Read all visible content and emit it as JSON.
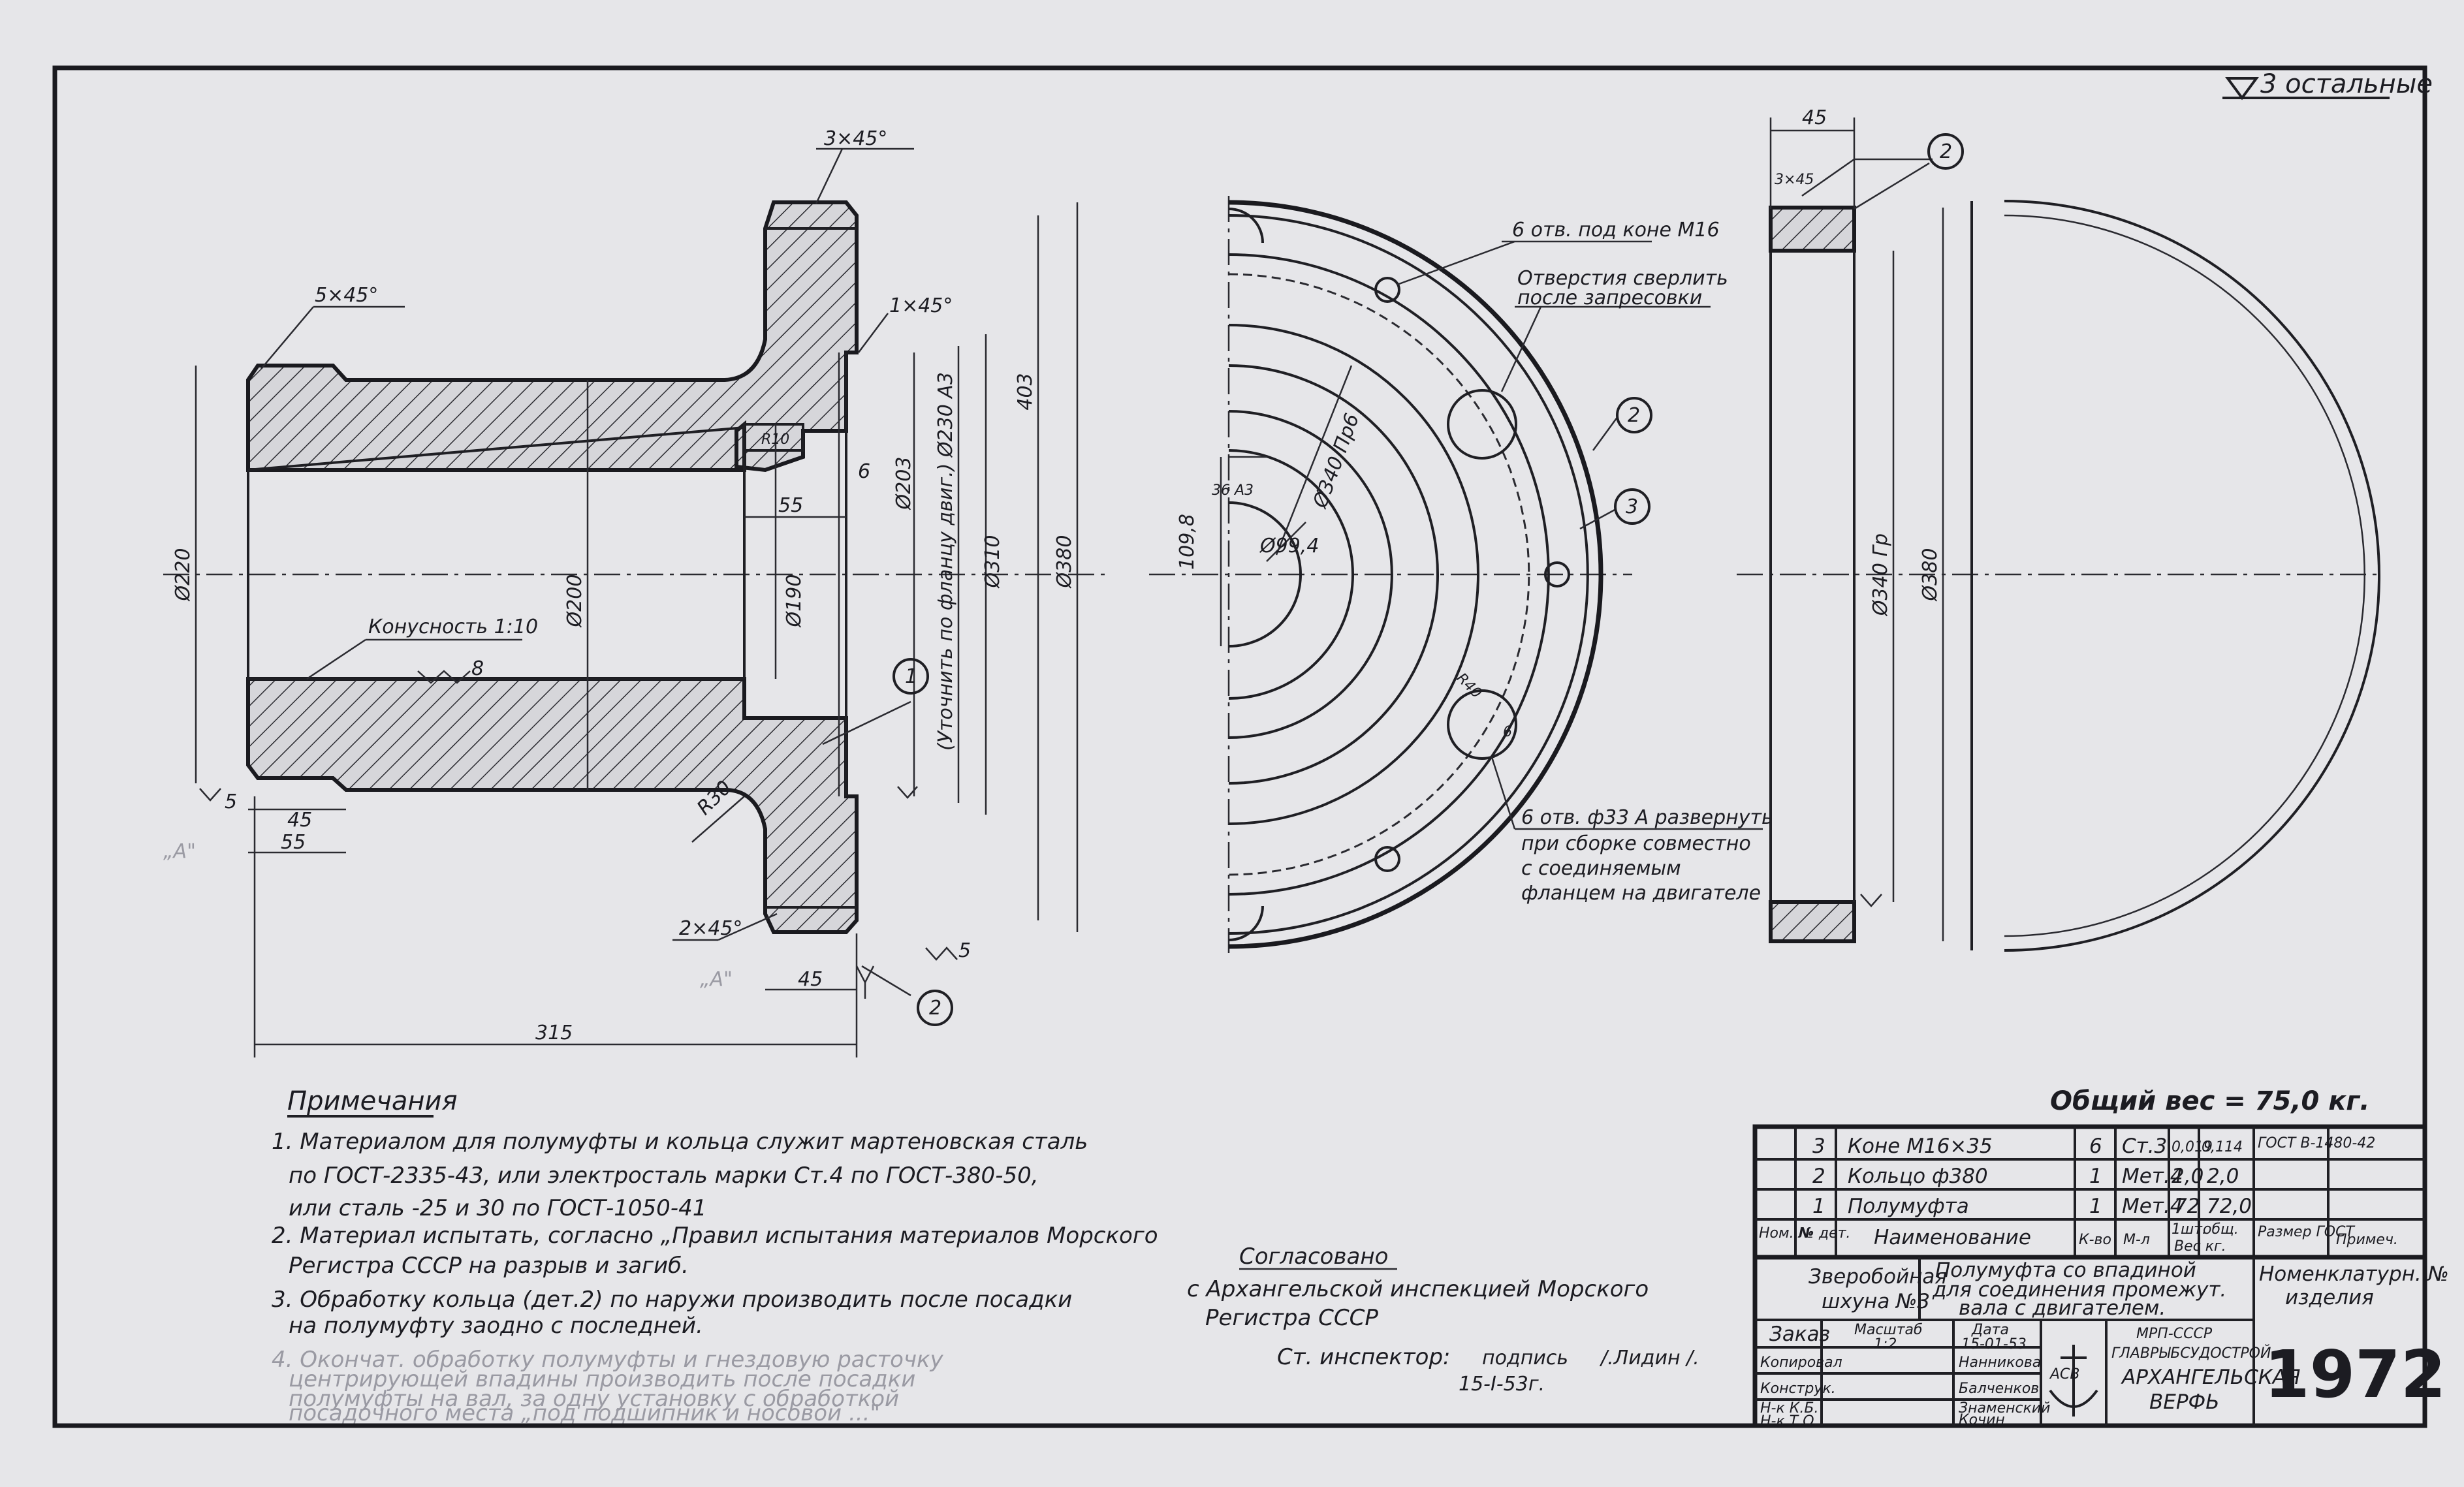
{
  "roughness": {
    "general": "3 остальные"
  },
  "left_view": {
    "dims": {
      "chamfer_3x45": "3×45°",
      "chamfer_5x45": "5×45°",
      "chamfer_1x45": "1×45°",
      "chamfer_2x45": "2×45°",
      "d220": "Ø220",
      "d200": "Ø200",
      "d190": "Ø190",
      "d203": "Ø203",
      "d230": "(Уточнить по фланцу двиг.) Ø230 А3",
      "d310": "Ø310",
      "d380": "Ø380",
      "dim_403": "403",
      "len_55_inner": "55",
      "len_6": "6",
      "len_45_left": "45",
      "len_55_left": "55",
      "len_45_right": "45",
      "len_315": "315",
      "r10": "R10",
      "r30": "R30",
      "taper": "Конусность 1:10",
      "rough_8": "8",
      "rough_5a": "5",
      "rough_5b": "5",
      "view_a1": "„A\"",
      "view_a2": "„A\""
    },
    "balloons": {
      "part1": "1",
      "part2": "2"
    }
  },
  "middle_view": {
    "notes": {
      "holes_m16": "6 отв. под коне М16",
      "drill_after": "Отверстия сверлить",
      "drill_after2": "после запресовки",
      "holes_33": "6 отв. ф33 А развернуть",
      "holes_33b": "при сборке совместно",
      "holes_33c": "с соединяемым",
      "holes_33d": "фланцем на двигателе"
    },
    "dims": {
      "d340": "Ø340 Пр6",
      "d99": "Ø99,4",
      "dim_36": "36 А3",
      "dim_1098": "109,8",
      "r40": "R40",
      "rough_6": "6"
    },
    "balloons": {
      "b2": "2",
      "b3": "3"
    }
  },
  "right_view": {
    "dims": {
      "dim_45": "45",
      "chamfer": "3×45",
      "d340": "Ø340 Гр",
      "d380": "Ø380"
    },
    "balloons": {
      "b2": "2"
    }
  },
  "notes": {
    "title": "Примечания",
    "lines": [
      "1. Материалом для полумуфты и кольца служит мартеновская сталь",
      "по ГОСТ-2335-43, или электросталь марки Ст.4 по ГОСТ-380-50,",
      "или сталь -25 и 30 по ГОСТ-1050-41",
      "2. Материал испытать, согласно „Правил испытания материалов Морского",
      "Регистра СССР на разрыв и загиб.",
      "3. Обработку кольца (дет.2) по наружи производить после посадки",
      "на полумуфту заодно с последней."
    ],
    "pale_lines": [
      "4. Окончат. обработку полумуфты и гнездовую расточку",
      "центрирующей впадины производить после посадки",
      "полумуфты на вал, за одну установку с обработкой",
      "посадочного места „под подшипник и носовой ...\""
    ]
  },
  "approval": {
    "title": "Согласовано",
    "line1": "с Архангельской инспекцией Морского",
    "line2": "Регистра СССР",
    "inspector": "Ст. инспектор:",
    "sign_label": "подпись",
    "sign_name": "/.Лидин /.",
    "date": "15-I-53г."
  },
  "weight": "Общий вес = 75,0 кг.",
  "bom": {
    "rows": [
      {
        "pos": "3",
        "name": "Коне М16×35",
        "qty": "6",
        "mat": "Ст.3",
        "w1": "0,019",
        "w2": "0,114",
        "note": "ГОСТ В-1480-42"
      },
      {
        "pos": "2",
        "name": "Кольцо ф380",
        "qty": "1",
        "mat": "Мет.4",
        "w1": "2,0",
        "w2": "2,0",
        "note": ""
      },
      {
        "pos": "1",
        "name": "Полумуфта",
        "qty": "1",
        "mat": "Мет.4",
        "w1": "72",
        "w2": "72,0",
        "note": ""
      }
    ],
    "header": {
      "nom": "Ном. №",
      "det": "№ дет.",
      "name": "Наименование",
      "qty": "К-во",
      "mat": "М-л",
      "w1": "1шт.",
      "w2": "общ.",
      "wlabel": "Вес кг.",
      "size": "Размер ГОСТ",
      "note": "Примеч."
    }
  },
  "titleblock": {
    "object": "Зверобойная",
    "object2": "шхуна №3",
    "name1": "Полумуфта со впадиной",
    "name2": "для соединения промежут.",
    "name3": "вала с двигателем.",
    "nomen1": "Номенклатурн. №",
    "nomen2": "изделия",
    "order": "Заказ",
    "scale_label": "Масштаб",
    "scale": "1:2",
    "date_label": "Дата",
    "date": "15-01-53",
    "copied": "Копировал",
    "designer": "Конструк.",
    "nk_kb": "Н-к К.Б.",
    "nk_to": "Н-к Т.О.",
    "p1": "Нанникова",
    "p2": "Балченков",
    "p3": "Знаменский",
    "p4": "Кочин",
    "org1": "МРП-СССР",
    "org2": "ГЛАВРЫБСУДОСТРОЙ",
    "org3": "АРХАНГЕЛЬСКАЯ",
    "org4": "ВЕРФЬ",
    "logo": "АСВ",
    "drawing_no": "1972"
  },
  "colors": {
    "paper": "#e6e6e9",
    "ink": "#1c1c22"
  }
}
